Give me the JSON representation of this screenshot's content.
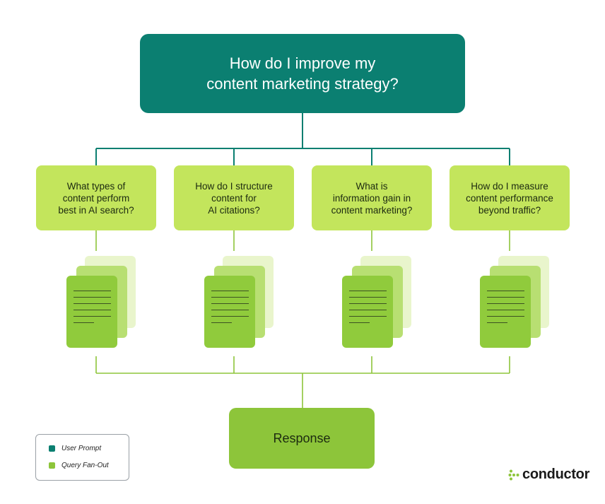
{
  "root": {
    "question_line1": "How do I improve my",
    "question_line2": "content marketing strategy?"
  },
  "queries": [
    {
      "line1": "What types of",
      "line2": "content perform",
      "line3": "best in AI search?"
    },
    {
      "line1": "How do I structure",
      "line2": "content for",
      "line3": "AI citations?"
    },
    {
      "line1": "What is",
      "line2": "information gain in",
      "line3": "content marketing?"
    },
    {
      "line1": "How do I measure",
      "line2": "content performance",
      "line3": "beyond traffic?"
    }
  ],
  "response": {
    "label": "Response"
  },
  "legend": {
    "items": [
      {
        "label": "User Prompt",
        "color": "#0b7f71"
      },
      {
        "label": "Query Fan-Out",
        "color": "#8dc53a"
      }
    ]
  },
  "brand": {
    "name": "conductor",
    "icon": "dots-logo-icon",
    "color": "#8dc53a"
  },
  "colors": {
    "root_connector": "#0b7f71",
    "fanout_connector": "#8dc53a"
  }
}
